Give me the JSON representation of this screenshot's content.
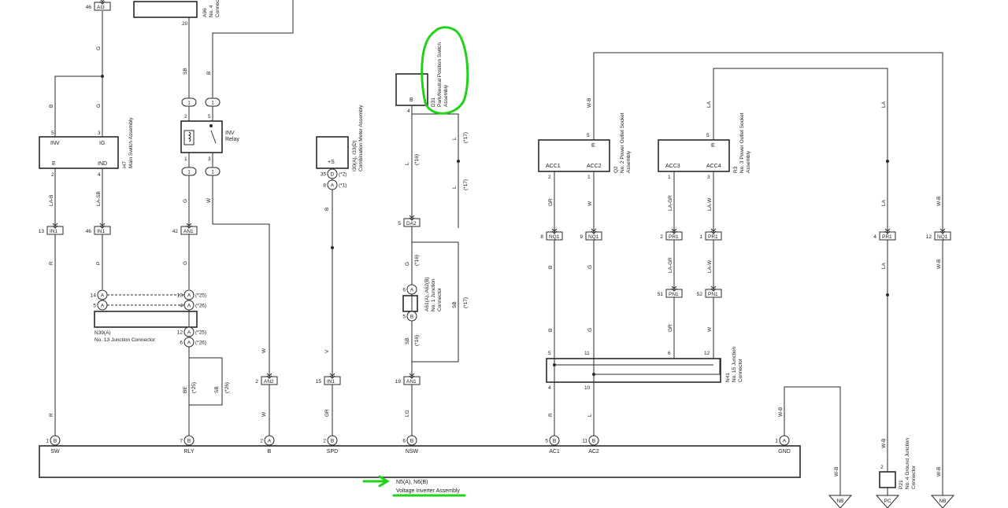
{
  "components": {
    "inverter": {
      "ref": "N5(A), N6(B)",
      "name": "Voltage Inverter Assembly"
    },
    "main_switch": {
      "ref": "I47",
      "name": "Main Switch Assembly"
    },
    "inv_relay": {
      "name": "INV\nRelay"
    },
    "meter": {
      "ref": "I30(A), I33(D)",
      "name": "Combination Meter Assembly",
      "terminal": "+S"
    },
    "pnp_switch": {
      "ref": "D31",
      "name": "Park/Neutral Position Switch\nAssembly",
      "terminal": "B"
    },
    "outlet2": {
      "ref": "Q2",
      "name": "No. 2 Power Outlet Socket\nAssembly"
    },
    "outlet3": {
      "ref": "R3",
      "name": "No. 3 Power Outlet Socket\nAssembly"
    },
    "jc13": {
      "ref": "N39(A)",
      "name": "No. 13 Junction Connector"
    },
    "jc1": {
      "ref": "A61(A), A62(B)",
      "name": "No. 1 Junction\nConnector"
    },
    "jc15": {
      "ref": "N41",
      "name": "No. 15 Junction\nConnector"
    },
    "gnd4": {
      "ref": "P21",
      "name": "No. 4 Ground Junction\nConnector"
    },
    "top_conn": {
      "ref": "A96",
      "name": "No. 4"
    }
  },
  "inverter_pins": [
    "SW",
    "RLY",
    "B",
    "SPD",
    "NSW",
    "AC1",
    "AC2",
    "GND"
  ],
  "grounds": [
    "NB",
    "PC",
    "NB"
  ],
  "connectors": [
    "AI3",
    "IN1",
    "AN1",
    "AN2",
    "DA2",
    "NQ1",
    "PR1",
    "PN1"
  ],
  "notes": [
    "(*1)",
    "(*2)",
    "(*16)",
    "(*17)",
    "(*25)",
    "(*26)"
  ],
  "wire_colors": [
    "G",
    "B",
    "SB",
    "W",
    "R",
    "P",
    "LA-B",
    "LA-SB",
    "BE",
    "V",
    "GR",
    "L",
    "LG",
    "W-B",
    "LA",
    "LA-GR",
    "LA-W"
  ],
  "highlight_color": "#22d11a"
}
